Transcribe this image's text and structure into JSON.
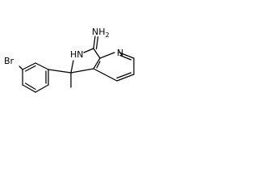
{
  "molecule": {
    "atoms": {
      "br": "Br",
      "amine": "NH",
      "amine_subscript": "2",
      "ring_nh": "HN",
      "pyridine_n": "N"
    }
  }
}
